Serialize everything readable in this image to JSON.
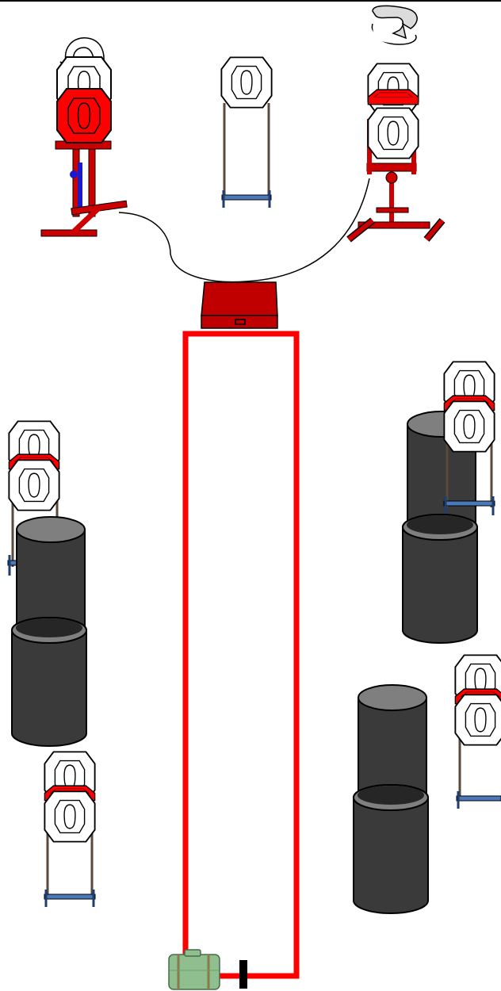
{
  "diagram": {
    "type": "shooting-stage-layout",
    "text_labels": [],
    "colors": {
      "fault_line": "#ff0000",
      "target_white": "#ffffff",
      "target_red": "#ff0000",
      "stand_red": "#cc0000",
      "stand_base_blue": "#4a78b8",
      "barrel_dark": "#3a3a3a",
      "barrel_top": "#7f7f7f",
      "table_red": "#c00000",
      "case_green": "#8fbf8f"
    },
    "elements": [
      {
        "name": "swinger-left-rotating-target",
        "icon": "circular-arrow-icon"
      },
      {
        "name": "static-target-center"
      },
      {
        "name": "swinger-right-rotating-target",
        "icon": "horizontal-rotate-arrow-icon"
      },
      {
        "name": "start-table"
      },
      {
        "name": "shooting-box"
      },
      {
        "name": "barrel-stack-left"
      },
      {
        "name": "barrel-stack-right-upper"
      },
      {
        "name": "barrel-stack-right-lower"
      },
      {
        "name": "paper-target-pair-left-upper",
        "count": 2
      },
      {
        "name": "paper-target-pair-left-lower",
        "count": 2
      },
      {
        "name": "paper-target-pair-right-upper",
        "count": 2
      },
      {
        "name": "paper-target-pair-right-lower",
        "count": 2
      },
      {
        "name": "gun-case",
        "icon": "suitcase-icon"
      },
      {
        "name": "start-marker"
      }
    ]
  }
}
